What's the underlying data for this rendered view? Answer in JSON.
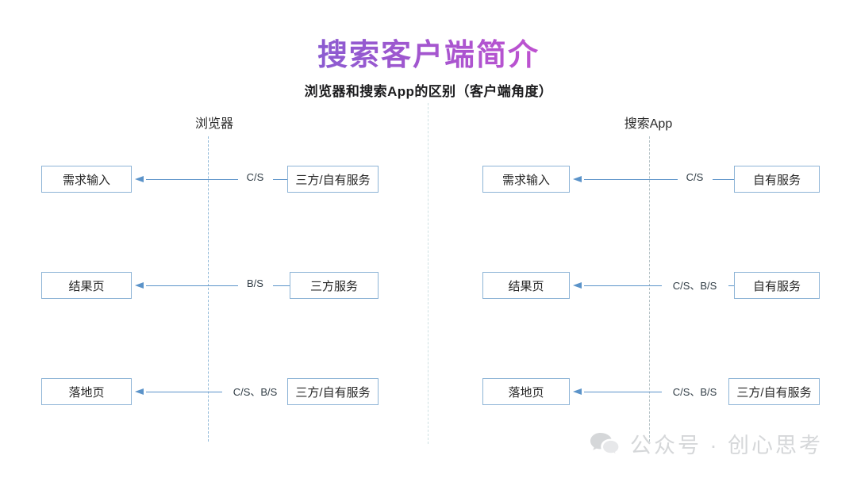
{
  "slide": {
    "title": "搜索客户端简介",
    "subtitle": "浏览器和搜索App的区别（客户端角度）",
    "title_gradient_from": "#5566d8",
    "title_gradient_to": "#ef3fc9",
    "box_border_color": "#8db4d6",
    "arrow_color": "#5b93c9",
    "dash_color": "#8fb8d8"
  },
  "columns": [
    {
      "header": "浏览器"
    },
    {
      "header": "搜索App"
    }
  ],
  "browser_rows": [
    {
      "left": "需求输入",
      "label": "C/S",
      "right": "三方/自有服务"
    },
    {
      "left": "结果页",
      "label": "B/S",
      "right": "三方服务"
    },
    {
      "left": "落地页",
      "label": "C/S、B/S",
      "right": "三方/自有服务"
    }
  ],
  "app_rows": [
    {
      "left": "需求输入",
      "label": "C/S",
      "right": "自有服务"
    },
    {
      "left": "结果页",
      "label": "C/S、B/S",
      "right": "自有服务"
    },
    {
      "left": "落地页",
      "label": "C/S、B/S",
      "right": "三方/自有服务"
    }
  ],
  "watermark": {
    "icon": "wechat-icon",
    "text": "公众号 · 创心思考",
    "color": "#d5d7d9"
  }
}
